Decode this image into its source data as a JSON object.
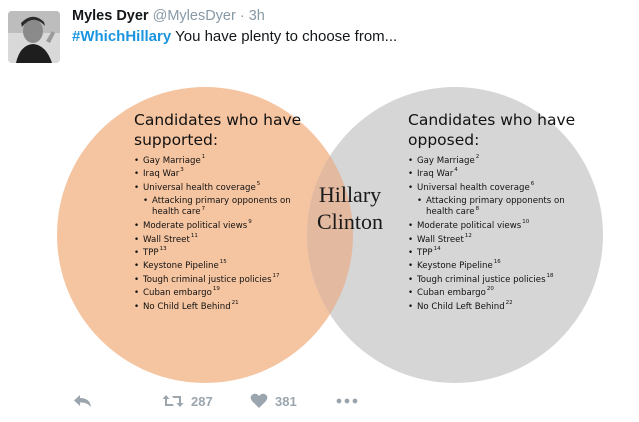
{
  "tweet": {
    "name": "Myles Dyer",
    "handle": "@MylesDyer",
    "separator": "·",
    "time": "3h",
    "hashtag": "#WhichHillary",
    "text": " You have plenty to choose from..."
  },
  "venn": {
    "left_color": "#f5c4a0",
    "right_color": "#d6d6d6",
    "overlap_color": "#e3b9a0",
    "left_heading": [
      "Candidates who have",
      "supported:"
    ],
    "right_heading": [
      "Candidates who have",
      "opposed:"
    ],
    "center_label": [
      "Hillary",
      "Clinton"
    ],
    "left_items": [
      {
        "text": "Gay Marriage",
        "ref": "1"
      },
      {
        "text": "Iraq War",
        "ref": "3"
      },
      {
        "text": "Universal health coverage",
        "ref": "5"
      },
      {
        "text": "Attacking primary opponents on health care",
        "ref": "7",
        "sub": true
      },
      {
        "text": "Moderate political views",
        "ref": "9"
      },
      {
        "text": "Wall Street",
        "ref": "11"
      },
      {
        "text": "TPP",
        "ref": "13"
      },
      {
        "text": "Keystone Pipeline",
        "ref": "15"
      },
      {
        "text": "Tough criminal justice policies",
        "ref": "17"
      },
      {
        "text": "Cuban embargo",
        "ref": "19"
      },
      {
        "text": "No Child Left Behind",
        "ref": "21"
      }
    ],
    "right_items": [
      {
        "text": "Gay Marriage",
        "ref": "2"
      },
      {
        "text": "Iraq War",
        "ref": "4"
      },
      {
        "text": "Universal health coverage",
        "ref": "6"
      },
      {
        "text": "Attacking primary opponents on health care",
        "ref": "8",
        "sub": true
      },
      {
        "text": "Moderate political views",
        "ref": "10"
      },
      {
        "text": "Wall Street",
        "ref": "12"
      },
      {
        "text": "TPP",
        "ref": "14"
      },
      {
        "text": "Keystone Pipeline",
        "ref": "16"
      },
      {
        "text": "Tough criminal justice policies",
        "ref": "18"
      },
      {
        "text": "Cuban embargo",
        "ref": "20"
      },
      {
        "text": "No Child Left Behind",
        "ref": "22"
      }
    ]
  },
  "actions": {
    "reply_icon": "reply-icon",
    "retweet_icon": "retweet-icon",
    "retweets": "287",
    "like_icon": "heart-icon",
    "likes": "381",
    "more_icon": "more-icon"
  }
}
